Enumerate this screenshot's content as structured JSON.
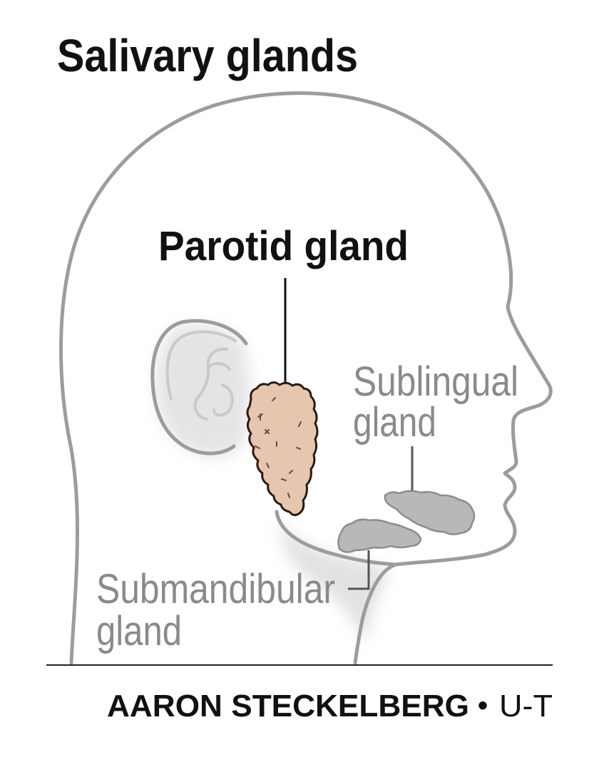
{
  "title": "Salivary glands",
  "labels": {
    "parotid": "Parotid gland",
    "sublingual": [
      "Sublingual",
      "gland"
    ],
    "submandibular": [
      "Submandibular",
      "gland"
    ]
  },
  "credit": {
    "author": "AARON STECKELBERG",
    "separator": "•",
    "outlet": "U-T"
  },
  "colors": {
    "head_outline": "#9c9c9c",
    "ear_inner": "#c9c9c9",
    "shadow": "#cfcfcf",
    "parotid_fill": "#e6c6af",
    "parotid_outline": "#2a1c14",
    "minor_gland_fill": "#b8b8b8",
    "minor_gland_outline": "#8c8c8c",
    "label_dark": "#111111",
    "label_gray": "#8a8a8a",
    "leader_dark": "#111111",
    "leader_gray": "#555555",
    "rule": "#222222"
  }
}
